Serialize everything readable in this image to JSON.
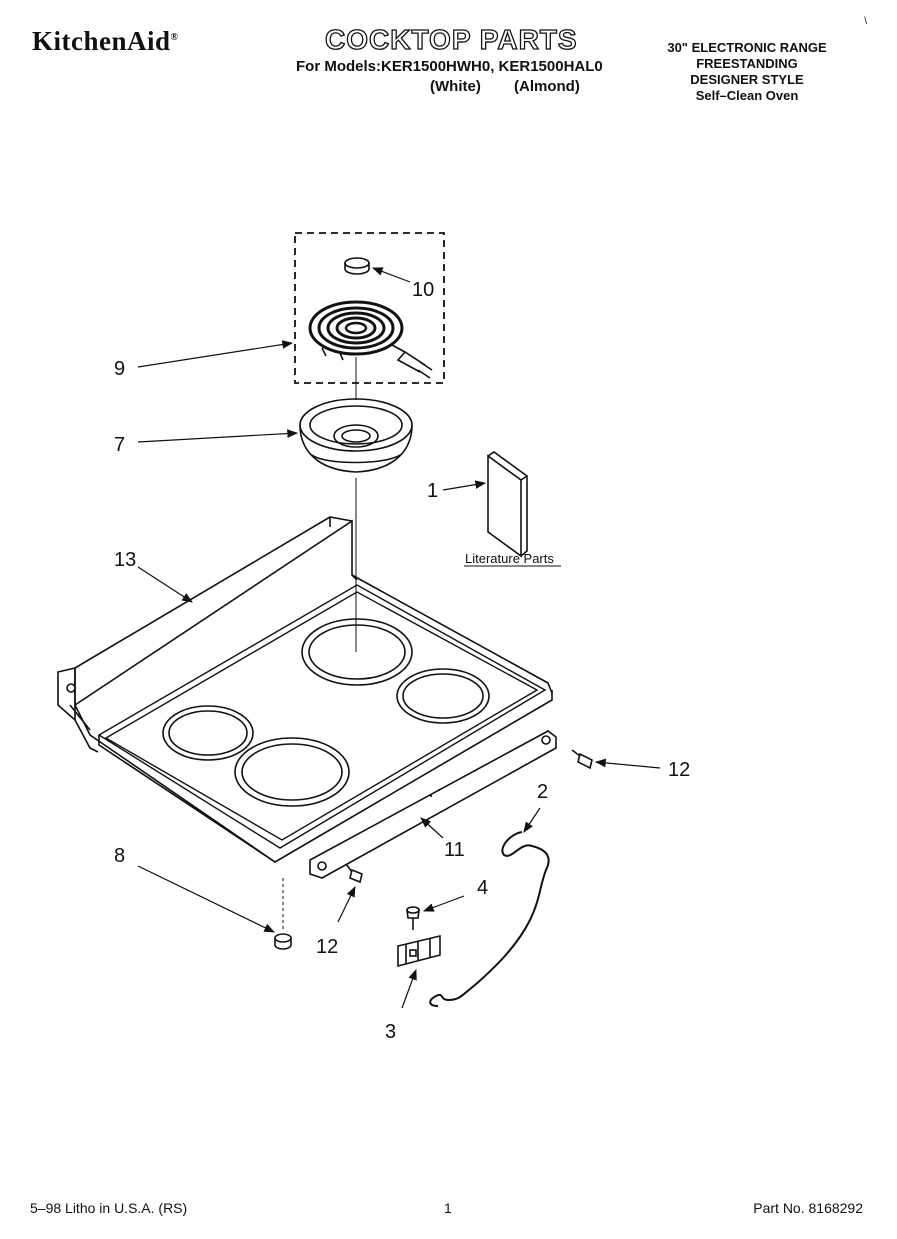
{
  "header": {
    "brand": "KitchenAid",
    "brand_mark": "®",
    "title": "COCKTOP PARTS",
    "models_line": "For Models:KER1500HWH0, KER1500HAL0",
    "color_1": "(White)",
    "color_2": "(Almond)",
    "spec_line_1": "30\" ELECTRONIC RANGE",
    "spec_line_2": "FREESTANDING",
    "spec_line_3": "DESIGNER STYLE",
    "spec_line_4": "Self–Clean Oven",
    "corner_mark": "\\"
  },
  "callouts": {
    "c1": "1",
    "c2": "2",
    "c3": "3",
    "c4": "4",
    "c7": "7",
    "c8": "8",
    "c9": "9",
    "c10": "10",
    "c11": "11",
    "c12a": "12",
    "c12b": "12",
    "c13": "13"
  },
  "literature_label": "Literature Parts",
  "footer": {
    "left": "5–98 Litho in U.S.A. (RS)",
    "page": "1",
    "part_no": "Part No. 8168292"
  }
}
